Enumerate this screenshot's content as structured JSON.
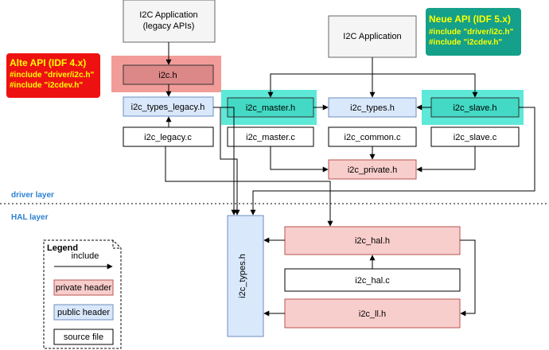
{
  "boxes": {
    "legacy_app_line1": "I2C Application",
    "legacy_app_line2": "(legacy APIs)",
    "i2c_app": "I2C Application",
    "i2c_h": "i2c.h",
    "i2c_types_legacy_h": "i2c_types_legacy.h",
    "i2c_legacy_c": "i2c_legacy.c",
    "i2c_master_h": "i2c_master.h",
    "i2c_types_h": "i2c_types.h",
    "i2c_slave_h": "i2c_slave.h",
    "i2c_master_c": "i2c_master.c",
    "i2c_common_c": "i2c_common.c",
    "i2c_slave_c": "i2c_slave.c",
    "i2c_private_h": "i2c_private.h",
    "hal_types_h": "i2c_types.h",
    "i2c_hal_h": "i2c_hal.h",
    "i2c_hal_c": "i2c_hal.c",
    "i2c_ll_h": "i2c_ll.h"
  },
  "callouts": {
    "old": {
      "title": "Alte API (IDF 4.x)",
      "line1": "#include \"driver/i2c.h\"",
      "line2": "#include \"i2cdev.h\"",
      "bg": "#ee1111",
      "fg": "#ffff00"
    },
    "new": {
      "title": "Neue API (IDF 5.x)",
      "line1": "#include \"driver/i2c.h\"",
      "line2": "#include \"i2cdev.h\"",
      "bg": "#14a08a",
      "fg": "#ffff00"
    }
  },
  "layers": {
    "driver": "driver layer",
    "hal": "HAL layer"
  },
  "legend": {
    "title": "Legend",
    "include": "include",
    "private_header": "private header",
    "public_header": "public header",
    "source_file": "source file"
  },
  "colors": {
    "private_header": "#f8cecc",
    "private_header_border": "#b85450",
    "public_header": "#dae8fc",
    "public_header_border": "#6c8ebf",
    "source_file": "#ffffff",
    "application": "#f5f5f5",
    "highlight_old": "#f19c99",
    "highlight_new": "#5de8d8",
    "layer_label": "#2b7fd1"
  }
}
